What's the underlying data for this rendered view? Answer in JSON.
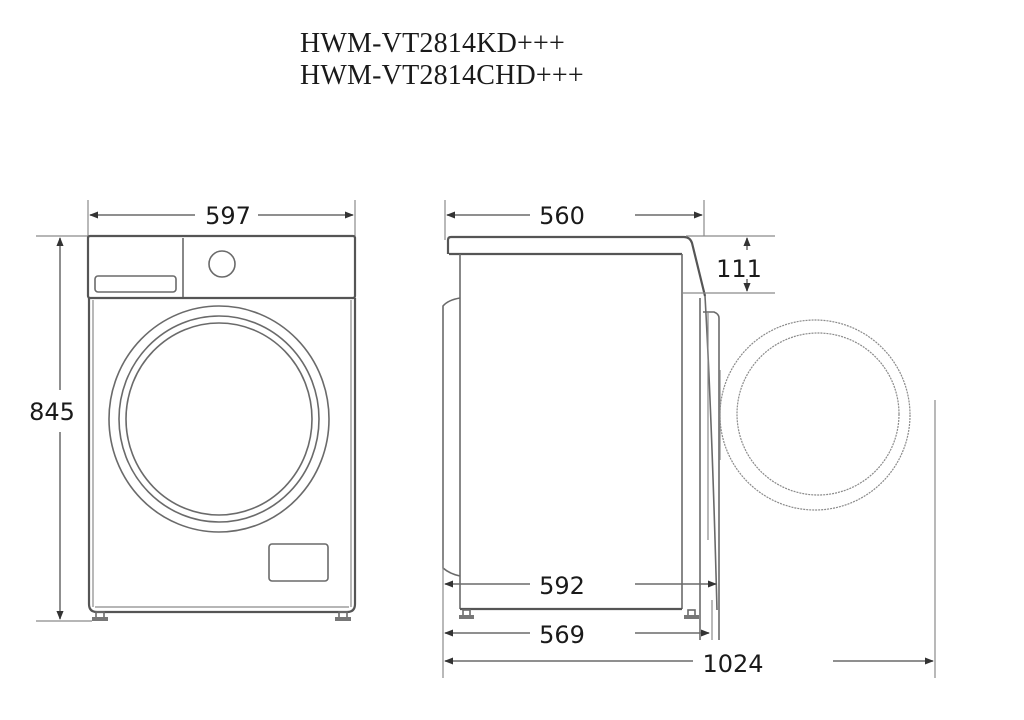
{
  "title": {
    "model_1": "HWM-VT2814KD+++",
    "model_2": "HWM-VT2814CHD+++"
  },
  "front_view": {
    "width_label": "597",
    "height_label": "845"
  },
  "side_view": {
    "depth_top_label": "560",
    "top_panel_height_label": "111",
    "depth_with_door_label": "592",
    "depth_feet_label": "569",
    "depth_door_open_label": "1024"
  },
  "colors": {
    "line": "#6a6a6a",
    "text": "#1a1a1a",
    "background": "#ffffff"
  }
}
